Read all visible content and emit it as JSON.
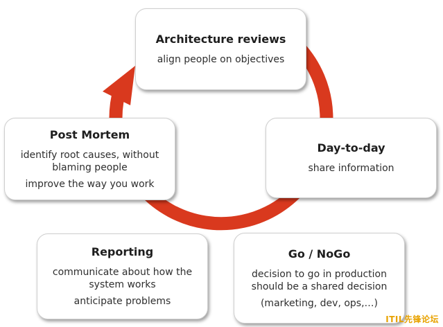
{
  "diagram": {
    "arrow_color": "#d9391e",
    "nodes": {
      "architecture_reviews": {
        "title": "Architecture reviews",
        "lines": [
          "align people on objectives"
        ]
      },
      "day_to_day": {
        "title": "Day-to-day",
        "lines": [
          "share information"
        ]
      },
      "go_nogo": {
        "title": "Go / NoGo",
        "lines": [
          "decision to go in production",
          "should be a shared decision",
          "(marketing, dev, ops,…)"
        ]
      },
      "reporting": {
        "title": "Reporting",
        "lines": [
          "communicate about how the",
          "system works",
          "anticipate problems"
        ]
      },
      "post_mortem": {
        "title": "Post Mortem",
        "lines": [
          "identify root causes, without",
          "blaming people",
          "improve the way you work"
        ]
      }
    }
  },
  "watermark": "ITIL先锋论坛"
}
